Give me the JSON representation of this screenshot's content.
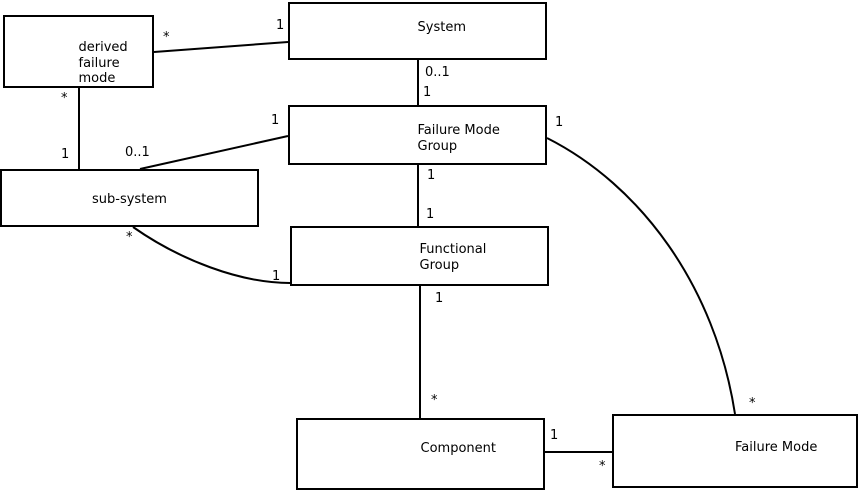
{
  "diagram": {
    "background_color": "#ffffff",
    "line_color": "#000000",
    "text_color": "#000000",
    "nodes": [
      {
        "id": "derived-failure-mode",
        "lines": [
          "derived",
          "failure",
          "mode"
        ]
      },
      {
        "id": "system",
        "lines": [
          "System"
        ]
      },
      {
        "id": "failure-mode-group",
        "lines": [
          "Failure Mode",
          "Group"
        ]
      },
      {
        "id": "sub-system",
        "lines": [
          "sub-system"
        ]
      },
      {
        "id": "functional-group",
        "lines": [
          "Functional",
          "Group"
        ]
      },
      {
        "id": "component",
        "lines": [
          "Component"
        ]
      },
      {
        "id": "failure-mode",
        "lines": [
          "Failure Mode"
        ]
      }
    ],
    "edges": [
      {
        "from": "derived failure mode",
        "to": "System",
        "from_label": "*",
        "to_label": "1"
      },
      {
        "from": "derived failure mode",
        "to": "sub-system",
        "from_label": "*",
        "to_label": "1"
      },
      {
        "from": "System",
        "to": "Failure Mode Group",
        "from_label": "0..1",
        "to_label": "1"
      },
      {
        "from": "sub-system",
        "to": "Failure Mode Group",
        "from_label": "0..1",
        "to_label": "1"
      },
      {
        "from": "Failure Mode Group",
        "to": "Functional Group",
        "from_label": "1",
        "to_label": "1"
      },
      {
        "from": "sub-system",
        "to": "Functional Group",
        "from_label": "*",
        "to_label": "1"
      },
      {
        "from": "Failure Mode Group",
        "to": "Failure Mode",
        "from_label": "1",
        "to_label": "*"
      },
      {
        "from": "Functional Group",
        "to": "Component",
        "from_label": "1",
        "to_label": "*"
      },
      {
        "from": "Component",
        "to": "Failure Mode",
        "from_label": "1",
        "to_label": "*"
      }
    ]
  }
}
